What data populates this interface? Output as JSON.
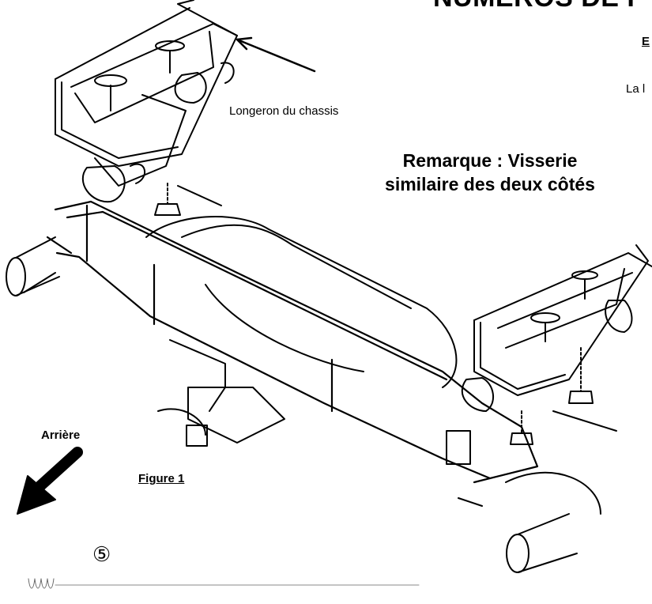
{
  "header": {
    "title": "NUMÉROS DE P"
  },
  "section": {
    "label": "E",
    "text": "La l"
  },
  "figure": {
    "label": "Figure 1",
    "callout": "Longeron du chassis",
    "remark": "Remarque : Visserie similaire des deux côtés",
    "direction": "Arrière"
  },
  "footer": {
    "page_number": "⑤"
  },
  "colors": {
    "ink": "#000000",
    "paper": "#ffffff"
  }
}
